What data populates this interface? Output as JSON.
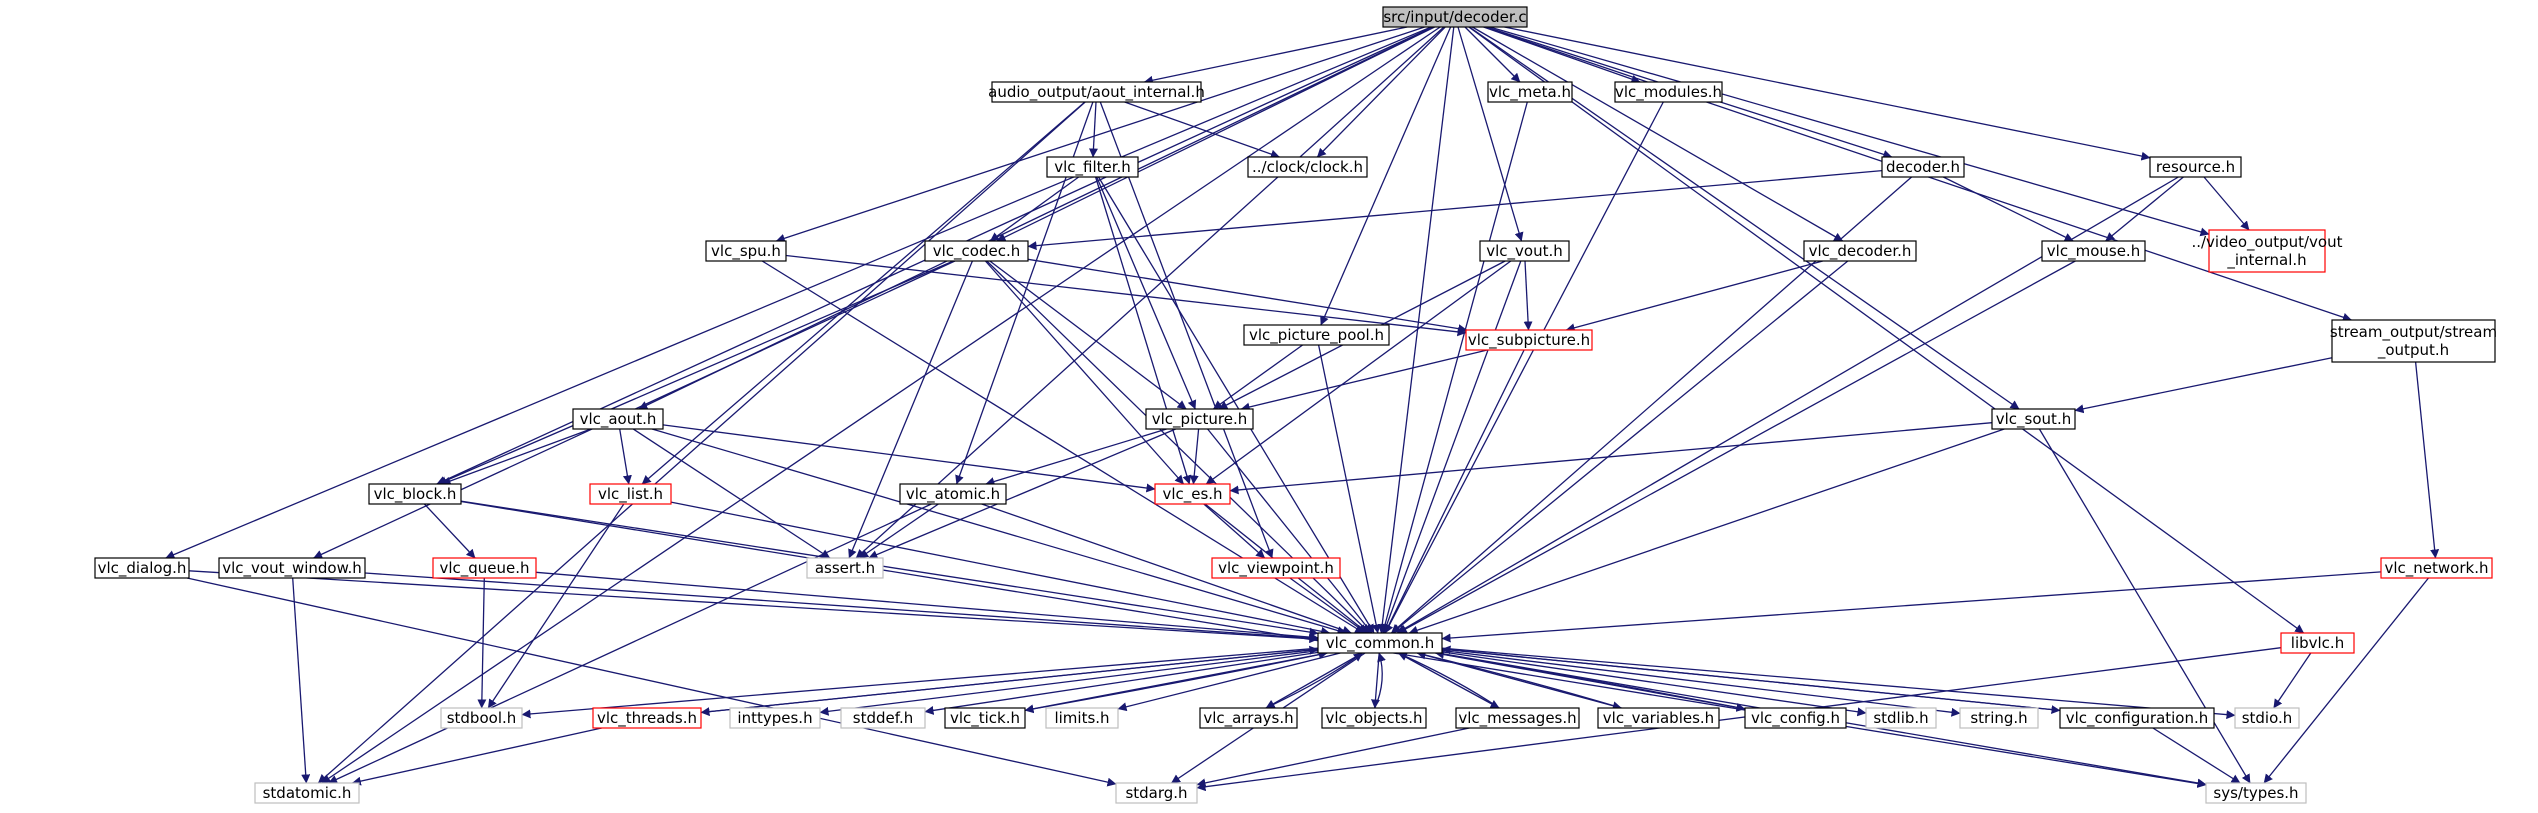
{
  "diagram": {
    "title": "src/input/decoder.c",
    "colors": {
      "edge": "#191970",
      "root_fill": "#bfbfbf",
      "border_documented": "#000000",
      "border_incomplete": "#ff0000",
      "border_external": "#bfbfbf",
      "text_external": "#000000"
    },
    "nodes": [
      {
        "id": "decoder_c",
        "label": "src/input/decoder.c",
        "kind": "root"
      },
      {
        "id": "aout_internal",
        "label": "audio_output/aout_internal.h",
        "kind": "doc"
      },
      {
        "id": "vlc_meta",
        "label": "vlc_meta.h",
        "kind": "doc"
      },
      {
        "id": "vlc_modules",
        "label": "vlc_modules.h",
        "kind": "doc"
      },
      {
        "id": "clock_h",
        "label": "../clock/clock.h",
        "kind": "doc"
      },
      {
        "id": "vlc_filter",
        "label": "vlc_filter.h",
        "kind": "doc"
      },
      {
        "id": "decoder_h",
        "label": "decoder.h",
        "kind": "doc"
      },
      {
        "id": "resource_h",
        "label": "resource.h",
        "kind": "doc"
      },
      {
        "id": "vlc_spu",
        "label": "vlc_spu.h",
        "kind": "doc"
      },
      {
        "id": "vlc_codec",
        "label": "vlc_codec.h",
        "kind": "doc"
      },
      {
        "id": "vlc_vout",
        "label": "vlc_vout.h",
        "kind": "doc"
      },
      {
        "id": "vlc_decoder",
        "label": "vlc_decoder.h",
        "kind": "doc"
      },
      {
        "id": "vlc_mouse",
        "label": "vlc_mouse.h",
        "kind": "doc"
      },
      {
        "id": "vout_internal",
        "label": "../video_output/vout_internal.h",
        "kind": "red",
        "lines": [
          "../video_output/vout",
          "_internal.h"
        ]
      },
      {
        "id": "vlc_picture_pool",
        "label": "vlc_picture_pool.h",
        "kind": "doc"
      },
      {
        "id": "vlc_subpicture",
        "label": "vlc_subpicture.h",
        "kind": "red"
      },
      {
        "id": "stream_output",
        "label": "stream_output/stream_output.h",
        "kind": "doc",
        "lines": [
          "stream_output/stream",
          "_output.h"
        ]
      },
      {
        "id": "vlc_aout",
        "label": "vlc_aout.h",
        "kind": "doc"
      },
      {
        "id": "vlc_picture",
        "label": "vlc_picture.h",
        "kind": "doc"
      },
      {
        "id": "vlc_sout",
        "label": "vlc_sout.h",
        "kind": "doc"
      },
      {
        "id": "vlc_block",
        "label": "vlc_block.h",
        "kind": "doc"
      },
      {
        "id": "vlc_list",
        "label": "vlc_list.h",
        "kind": "red"
      },
      {
        "id": "vlc_atomic",
        "label": "vlc_atomic.h",
        "kind": "doc"
      },
      {
        "id": "vlc_es",
        "label": "vlc_es.h",
        "kind": "red"
      },
      {
        "id": "vlc_dialog",
        "label": "vlc_dialog.h",
        "kind": "doc"
      },
      {
        "id": "vlc_vout_window",
        "label": "vlc_vout_window.h",
        "kind": "doc"
      },
      {
        "id": "vlc_queue",
        "label": "vlc_queue.h",
        "kind": "red"
      },
      {
        "id": "assert_h",
        "label": "assert.h",
        "kind": "ext"
      },
      {
        "id": "vlc_viewpoint",
        "label": "vlc_viewpoint.h",
        "kind": "red"
      },
      {
        "id": "vlc_network",
        "label": "vlc_network.h",
        "kind": "red"
      },
      {
        "id": "libvlc_h",
        "label": "libvlc.h",
        "kind": "red"
      },
      {
        "id": "vlc_common",
        "label": "vlc_common.h",
        "kind": "doc"
      },
      {
        "id": "stdbool",
        "label": "stdbool.h",
        "kind": "ext"
      },
      {
        "id": "vlc_threads",
        "label": "vlc_threads.h",
        "kind": "red"
      },
      {
        "id": "inttypes",
        "label": "inttypes.h",
        "kind": "ext"
      },
      {
        "id": "stddef",
        "label": "stddef.h",
        "kind": "ext"
      },
      {
        "id": "vlc_tick",
        "label": "vlc_tick.h",
        "kind": "doc"
      },
      {
        "id": "limits",
        "label": "limits.h",
        "kind": "ext"
      },
      {
        "id": "vlc_arrays",
        "label": "vlc_arrays.h",
        "kind": "doc"
      },
      {
        "id": "vlc_objects",
        "label": "vlc_objects.h",
        "kind": "doc"
      },
      {
        "id": "vlc_messages",
        "label": "vlc_messages.h",
        "kind": "doc"
      },
      {
        "id": "vlc_variables",
        "label": "vlc_variables.h",
        "kind": "doc"
      },
      {
        "id": "vlc_config",
        "label": "vlc_config.h",
        "kind": "doc"
      },
      {
        "id": "stdlib",
        "label": "stdlib.h",
        "kind": "ext"
      },
      {
        "id": "string_h",
        "label": "string.h",
        "kind": "ext"
      },
      {
        "id": "vlc_configuration",
        "label": "vlc_configuration.h",
        "kind": "doc"
      },
      {
        "id": "stdio",
        "label": "stdio.h",
        "kind": "ext"
      },
      {
        "id": "stdatomic",
        "label": "stdatomic.h",
        "kind": "ext"
      },
      {
        "id": "stdarg",
        "label": "stdarg.h",
        "kind": "ext"
      },
      {
        "id": "sys_types",
        "label": "sys/types.h",
        "kind": "ext"
      }
    ],
    "edges": [
      [
        "decoder_c",
        "aout_internal"
      ],
      [
        "decoder_c",
        "vlc_meta"
      ],
      [
        "decoder_c",
        "vlc_modules"
      ],
      [
        "decoder_c",
        "clock_h"
      ],
      [
        "decoder_c",
        "decoder_h"
      ],
      [
        "decoder_c",
        "resource_h"
      ],
      [
        "decoder_c",
        "vlc_spu"
      ],
      [
        "decoder_c",
        "vlc_codec"
      ],
      [
        "decoder_c",
        "vlc_vout"
      ],
      [
        "decoder_c",
        "vlc_decoder"
      ],
      [
        "decoder_c",
        "vout_internal"
      ],
      [
        "decoder_c",
        "vlc_picture_pool"
      ],
      [
        "decoder_c",
        "stream_output"
      ],
      [
        "decoder_c",
        "vlc_aout"
      ],
      [
        "decoder_c",
        "vlc_sout"
      ],
      [
        "decoder_c",
        "vlc_block"
      ],
      [
        "decoder_c",
        "vlc_dialog"
      ],
      [
        "decoder_c",
        "assert_h"
      ],
      [
        "decoder_c",
        "libvlc_h"
      ],
      [
        "decoder_c",
        "vlc_common"
      ],
      [
        "decoder_c",
        "stdatomic"
      ],
      [
        "aout_internal",
        "clock_h"
      ],
      [
        "aout_internal",
        "vlc_filter"
      ],
      [
        "aout_internal",
        "vlc_atomic"
      ],
      [
        "aout_internal",
        "vlc_list"
      ],
      [
        "aout_internal",
        "vlc_viewpoint"
      ],
      [
        "aout_internal",
        "stdatomic"
      ],
      [
        "vlc_filter",
        "vlc_codec"
      ],
      [
        "vlc_filter",
        "vlc_picture"
      ],
      [
        "vlc_filter",
        "vlc_es"
      ],
      [
        "vlc_filter",
        "vlc_common"
      ],
      [
        "vlc_spu",
        "vlc_subpicture"
      ],
      [
        "vlc_spu",
        "vlc_common"
      ],
      [
        "vlc_codec",
        "vlc_block"
      ],
      [
        "vlc_codec",
        "vlc_es"
      ],
      [
        "vlc_codec",
        "vlc_picture"
      ],
      [
        "vlc_codec",
        "vlc_subpicture"
      ],
      [
        "vlc_codec",
        "vlc_vout_window"
      ],
      [
        "vlc_codec",
        "vlc_common"
      ],
      [
        "vlc_codec",
        "assert_h"
      ],
      [
        "decoder_h",
        "vlc_codec"
      ],
      [
        "decoder_h",
        "vlc_mouse"
      ],
      [
        "decoder_h",
        "vlc_common"
      ],
      [
        "resource_h",
        "vlc_mouse"
      ],
      [
        "resource_h",
        "vout_internal"
      ],
      [
        "resource_h",
        "vlc_common"
      ],
      [
        "vlc_vout",
        "vlc_picture"
      ],
      [
        "vlc_vout",
        "vlc_subpicture"
      ],
      [
        "vlc_vout",
        "vlc_es"
      ],
      [
        "vlc_vout",
        "vlc_common"
      ],
      [
        "vlc_decoder",
        "vlc_subpicture"
      ],
      [
        "vlc_decoder",
        "vlc_common"
      ],
      [
        "vlc_meta",
        "vlc_common"
      ],
      [
        "vlc_modules",
        "vlc_common"
      ],
      [
        "vlc_mouse",
        "vlc_common"
      ],
      [
        "vlc_picture_pool",
        "vlc_picture"
      ],
      [
        "vlc_picture_pool",
        "vlc_common"
      ],
      [
        "vlc_subpicture",
        "vlc_picture"
      ],
      [
        "vlc_subpicture",
        "vlc_common"
      ],
      [
        "stream_output",
        "vlc_sout"
      ],
      [
        "stream_output",
        "vlc_network"
      ],
      [
        "vlc_aout",
        "vlc_block"
      ],
      [
        "vlc_aout",
        "vlc_list"
      ],
      [
        "vlc_aout",
        "vlc_es"
      ],
      [
        "vlc_aout",
        "assert_h"
      ],
      [
        "vlc_aout",
        "vlc_common"
      ],
      [
        "vlc_picture",
        "vlc_es"
      ],
      [
        "vlc_picture",
        "vlc_atomic"
      ],
      [
        "vlc_picture",
        "assert_h"
      ],
      [
        "vlc_picture",
        "vlc_common"
      ],
      [
        "vlc_sout",
        "vlc_es"
      ],
      [
        "vlc_sout",
        "vlc_common"
      ],
      [
        "vlc_sout",
        "sys_types"
      ],
      [
        "vlc_block",
        "vlc_queue"
      ],
      [
        "vlc_block",
        "vlc_common"
      ],
      [
        "vlc_block",
        "sys_types"
      ],
      [
        "vlc_list",
        "stdbool"
      ],
      [
        "vlc_list",
        "vlc_common"
      ],
      [
        "vlc_atomic",
        "assert_h"
      ],
      [
        "vlc_atomic",
        "vlc_common"
      ],
      [
        "vlc_atomic",
        "stdatomic"
      ],
      [
        "vlc_es",
        "vlc_viewpoint"
      ],
      [
        "vlc_es",
        "vlc_common"
      ],
      [
        "vlc_dialog",
        "vlc_common"
      ],
      [
        "vlc_dialog",
        "stdarg"
      ],
      [
        "vlc_vout_window",
        "vlc_common"
      ],
      [
        "vlc_vout_window",
        "stdatomic"
      ],
      [
        "vlc_queue",
        "stdbool"
      ],
      [
        "vlc_queue",
        "vlc_common"
      ],
      [
        "vlc_viewpoint",
        "vlc_common"
      ],
      [
        "vlc_network",
        "vlc_common"
      ],
      [
        "vlc_network",
        "sys_types"
      ],
      [
        "libvlc_h",
        "stdio"
      ],
      [
        "libvlc_h",
        "stdarg"
      ],
      [
        "vlc_common",
        "stdbool"
      ],
      [
        "vlc_common",
        "vlc_threads"
      ],
      [
        "vlc_common",
        "inttypes"
      ],
      [
        "vlc_common",
        "stddef"
      ],
      [
        "vlc_common",
        "vlc_tick"
      ],
      [
        "vlc_common",
        "limits"
      ],
      [
        "vlc_common",
        "vlc_arrays"
      ],
      [
        "vlc_common",
        "vlc_objects"
      ],
      [
        "vlc_common",
        "vlc_messages"
      ],
      [
        "vlc_common",
        "vlc_variables"
      ],
      [
        "vlc_common",
        "vlc_config"
      ],
      [
        "vlc_common",
        "stdlib"
      ],
      [
        "vlc_common",
        "string_h"
      ],
      [
        "vlc_common",
        "vlc_configuration"
      ],
      [
        "vlc_common",
        "stdio"
      ],
      [
        "vlc_common",
        "stdarg"
      ],
      [
        "vlc_common",
        "sys_types"
      ],
      [
        "vlc_threads",
        "vlc_common"
      ],
      [
        "vlc_threads",
        "stdatomic"
      ],
      [
        "vlc_tick",
        "vlc_common"
      ],
      [
        "vlc_arrays",
        "vlc_common"
      ],
      [
        "vlc_objects",
        "vlc_common"
      ],
      [
        "vlc_messages",
        "vlc_common"
      ],
      [
        "vlc_messages",
        "stdarg"
      ],
      [
        "vlc_variables",
        "vlc_common"
      ],
      [
        "vlc_config",
        "vlc_common"
      ],
      [
        "vlc_configuration",
        "vlc_common"
      ],
      [
        "vlc_configuration",
        "sys_types"
      ]
    ]
  }
}
